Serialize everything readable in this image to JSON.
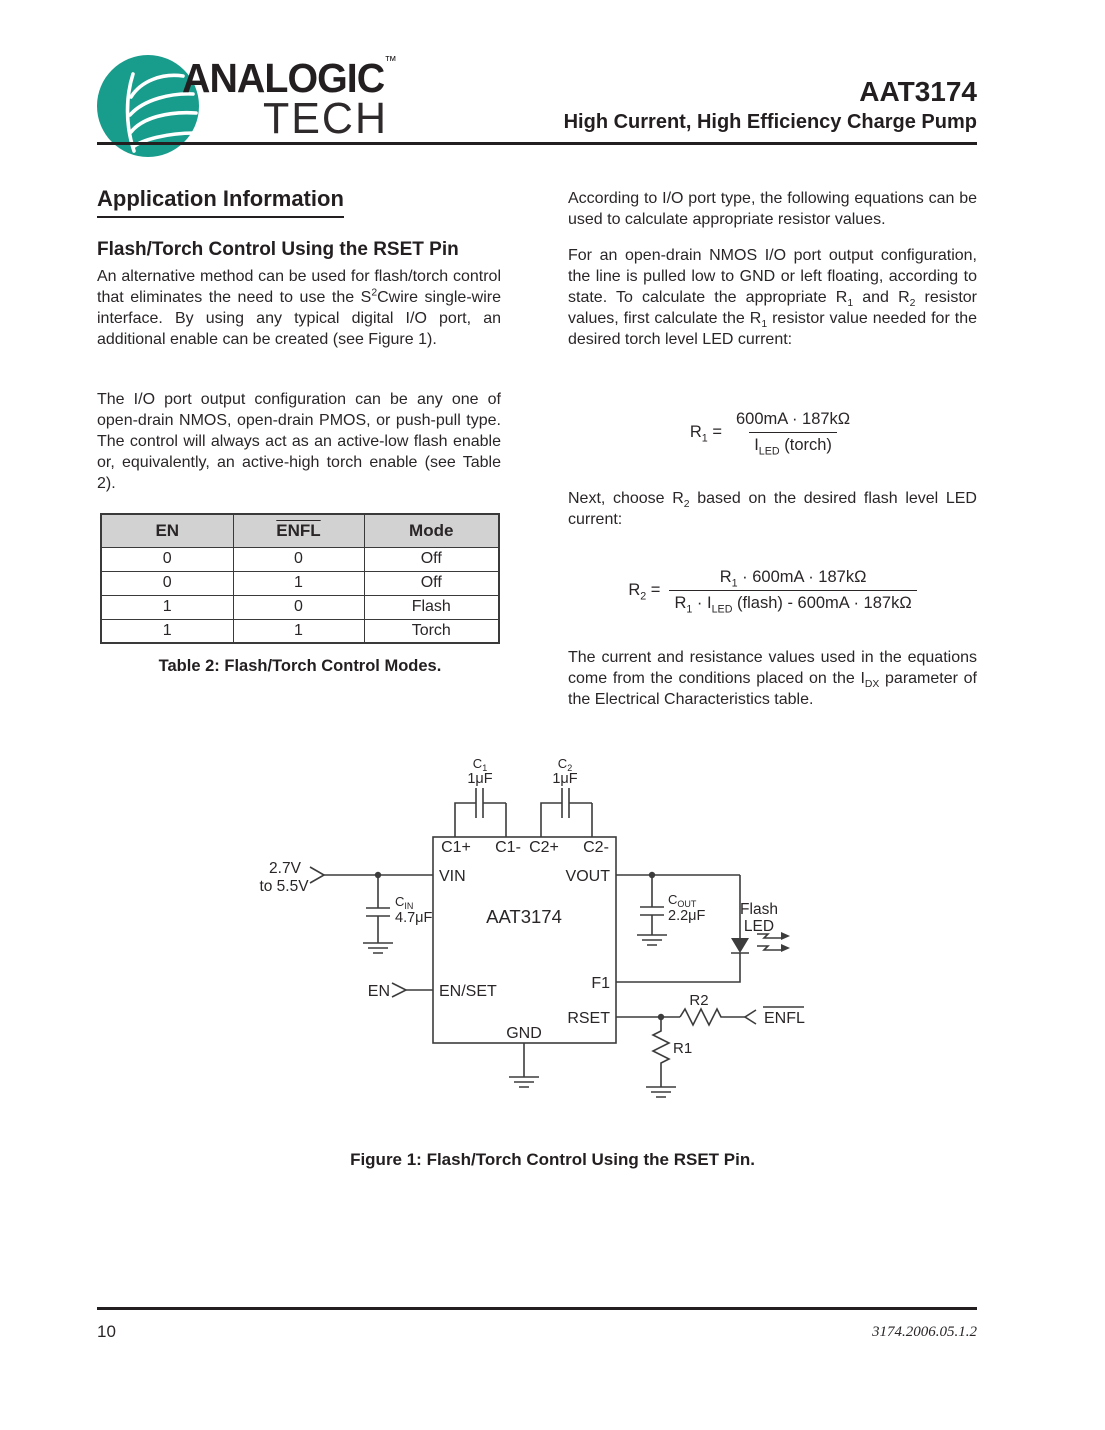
{
  "header": {
    "logo_line1": "ANALOGIC",
    "logo_tm": "™",
    "logo_line2": "TECH",
    "part_number": "AAT3174",
    "subtitle": "High Current, High Efficiency Charge Pump"
  },
  "left_column": {
    "section_title": "Application Information",
    "subsection_title": "Flash/Torch Control Using the RSET Pin",
    "para1_html": "An alternative method can be used for flash/torch control that eliminates the need to use the S<sup>2</sup>Cwire single-wire interface. By using any typical digital I/O port, an additional enable can be created (see Figure 1).",
    "para2_html": "The I/O port output configuration can be any one of open-drain NMOS, open-drain PMOS, or push-pull type. The control will always act as an active-low flash enable or, equivalently, an active-high torch enable (see Table 2).",
    "table": {
      "col1_header": "EN",
      "col2_header": "ENFL",
      "col3_header": "Mode",
      "rows": [
        [
          "0",
          "0",
          "Off"
        ],
        [
          "0",
          "1",
          "Off"
        ],
        [
          "1",
          "0",
          "Flash"
        ],
        [
          "1",
          "1",
          "Torch"
        ]
      ],
      "caption": "Table 2: Flash/Torch Control Modes."
    }
  },
  "right_column": {
    "para1_html": "According to I/O port type, the following equations can be used to calculate appropriate resistor values.",
    "para2_html": "For an open-drain NMOS I/O port output configuration, the line is pulled low to GND or left floating, according to state. To calculate the appropriate R<sub>1</sub> and R<sub>2</sub> resistor values, first calculate the R<sub>1</sub> resistor value needed for the desired torch level LED current:",
    "eq1": {
      "lhs_html": "R<sub>1</sub> =",
      "numerator_html": "600mA · 187kΩ",
      "denominator_html": "I<sub>LED</sub> (torch)"
    },
    "para3_html": "Next, choose R<sub>2</sub> based on the desired flash level LED current:",
    "eq2": {
      "lhs_html": "R<sub>2</sub> =",
      "numerator_html": "R<sub>1</sub> · 600mA · 187kΩ",
      "denominator_html": "R<sub>1</sub> · I<sub>LED</sub> (flash) - 600mA · 187kΩ"
    },
    "para4_html": "The current and resistance values used in the equations come from the conditions placed on the I<sub>DX</sub> parameter of the Electrical Characteristics table."
  },
  "figure": {
    "caption": "Figure 1: Flash/Torch Control Using the RSET Pin.",
    "input_rail_line1": "2.7V",
    "input_rail_line2": "to 5.5V",
    "cin_name": "C",
    "cin_sub": "IN",
    "cin_value": "4.7μF",
    "en_label": "EN",
    "ic_label": "AAT3174",
    "pin_c1p": "C1+",
    "pin_c1m": "C1-",
    "pin_c2p": "C2+",
    "pin_c2m": "C2-",
    "pin_vin": "VIN",
    "pin_vout": "VOUT",
    "pin_enset": "EN/SET",
    "pin_f1": "F1",
    "pin_rset": "RSET",
    "pin_gnd": "GND",
    "c1_name": "C",
    "c1_sub": "1",
    "c1_value": "1μF",
    "c2_name": "C",
    "c2_sub": "2",
    "c2_value": "1μF",
    "cout_name": "C",
    "cout_sub": "OUT",
    "cout_value": "2.2μF",
    "led_label_line1": "Flash",
    "led_label_line2": "LED",
    "r2_label": "R2",
    "r1_label": "R1",
    "enfl_label": "ENFL"
  },
  "footer": {
    "page_number": "10",
    "doc_code": "3174.2006.05.1.2"
  }
}
